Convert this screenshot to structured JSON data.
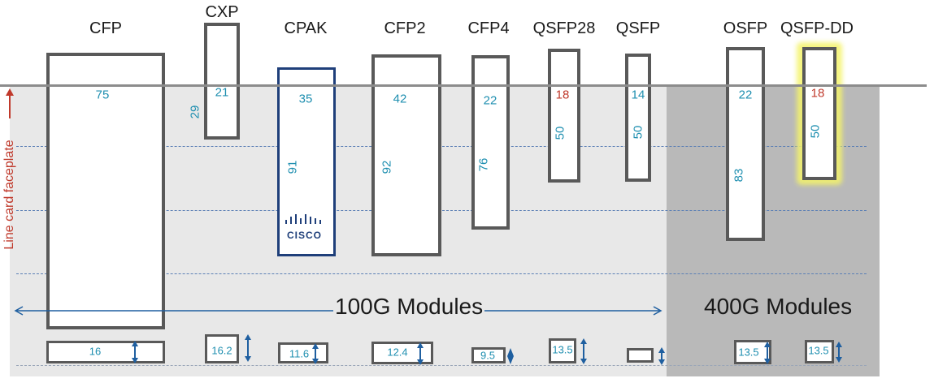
{
  "title_labels": {
    "cfp": "CFP",
    "cxp": "CXP",
    "cpak": "CPAK",
    "cfp2": "CFP2",
    "cfp4": "CFP4",
    "qsfp28": "QSFP28",
    "qsfp": "QSFP",
    "osfp": "OSFP",
    "qsfpdd": "QSFP-DD"
  },
  "side_label": "Line card faceplate",
  "group_labels": {
    "g100": "100G Modules",
    "g400": "400G Modules"
  },
  "above_faceplate": {
    "cfp": "75",
    "cxp": "21",
    "cpak": "35",
    "cfp2": "42",
    "cfp4": "22",
    "qsfp28": "18",
    "qsfp": "14",
    "osfp": "22",
    "qsfpdd": "18"
  },
  "depth_values": {
    "cxp": "29",
    "cpak": "91",
    "cfp2": "92",
    "cfp4": "76",
    "qsfp28": "50",
    "qsfp": "50",
    "osfp": "83",
    "qsfpdd": "50"
  },
  "width_values": {
    "cfp": "16",
    "cxp": "16.2",
    "cpak": "11.6",
    "cfp2": "12.4",
    "cfp4": "9.5",
    "qsfp28": "13.5",
    "osfp": "13.5",
    "qsfpdd": "13.5"
  },
  "brand_logo": "CISCO",
  "colors": {
    "accent_blue": "#1f8fb0",
    "red_value": "#c0392b",
    "cpak_border": "#1f3f7a",
    "highlight": "#f4f36a"
  }
}
